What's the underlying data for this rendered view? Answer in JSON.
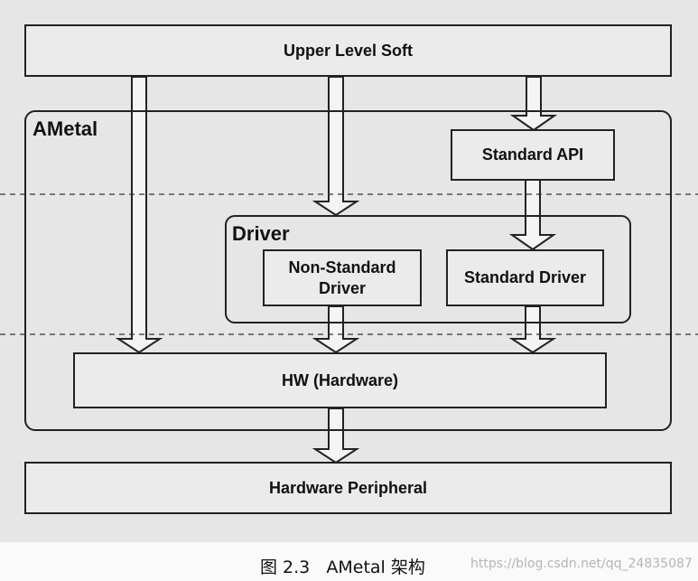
{
  "diagram": {
    "top_layer": "Upper Level Soft",
    "ametal_label": "AMetal",
    "standard_api": "Standard API",
    "driver_label": "Driver",
    "non_standard_driver": "Non-Standard\nDriver",
    "standard_driver": "Standard Driver",
    "hw": "HW (Hardware)",
    "bottom_layer": "Hardware Peripheral"
  },
  "caption": "图 2.3   AMetal 架构",
  "watermark": "https://blog.csdn.net/qq_24835087"
}
